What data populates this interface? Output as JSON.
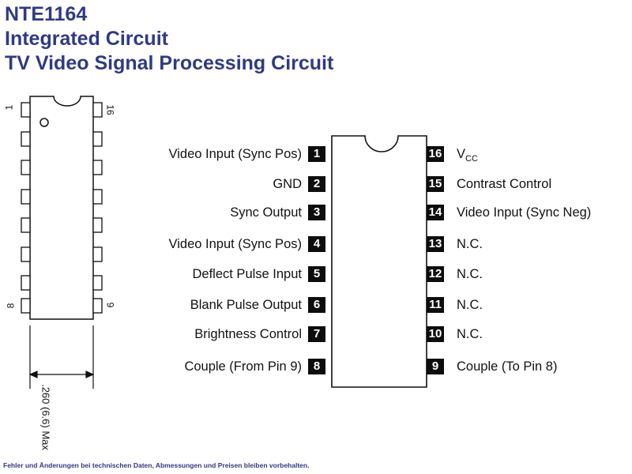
{
  "title": {
    "part_number": "NTE1164",
    "line2": "Integrated Circuit",
    "line3": "TV Video Signal Processing Circuit"
  },
  "package_diagram": {
    "pin1_label": "1",
    "pin16_label": "16",
    "pin8_label": "8",
    "pin9_label": "9",
    "dimension_label": ".260 (6.6) Max"
  },
  "pinout": {
    "left_pins": [
      {
        "number": "1",
        "label": "Video Input (Sync Pos)"
      },
      {
        "number": "2",
        "label": "GND"
      },
      {
        "number": "3",
        "label": "Sync Output"
      },
      {
        "number": "4",
        "label": "Video Input (Sync Pos)"
      },
      {
        "number": "5",
        "label": "Deflect Pulse Input"
      },
      {
        "number": "6",
        "label": "Blank Pulse Output"
      },
      {
        "number": "7",
        "label": "Brightness Control"
      },
      {
        "number": "8",
        "label": "Couple (From Pin 9)"
      }
    ],
    "right_pins": [
      {
        "number": "16",
        "label_main": "V",
        "label_sub": "CC"
      },
      {
        "number": "15",
        "label": "Contrast Control"
      },
      {
        "number": "14",
        "label": "Video Input (Sync Neg)"
      },
      {
        "number": "13",
        "label": "N.C."
      },
      {
        "number": "12",
        "label": "N.C."
      },
      {
        "number": "11",
        "label": "N.C."
      },
      {
        "number": "10",
        "label": "N.C."
      },
      {
        "number": "9",
        "label": "Couple (To Pin 8)"
      }
    ]
  },
  "footer": "Fehler und Änderungen bei technischen Daten, Abmessungen und Preisen bleiben vorbehalten.",
  "colors": {
    "title": "#2f3a84",
    "pin_badge": "#0d0d0d",
    "line": "#111111"
  }
}
